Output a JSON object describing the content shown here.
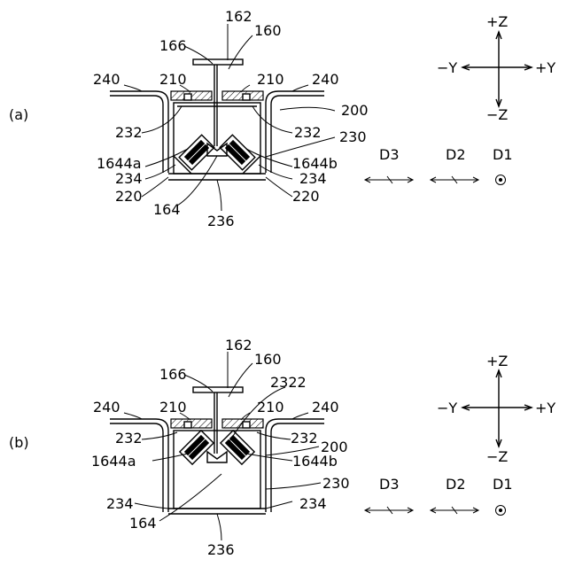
{
  "panels": [
    {
      "id": "a",
      "panel_label": "(a)",
      "labels": {
        "l162": "162",
        "l160": "160",
        "l166": "166",
        "l240_left": "240",
        "l240_right": "240",
        "l210_left": "210",
        "l210_right": "210",
        "l200": "200",
        "l232_left": "232",
        "l232_right": "232",
        "l230": "230",
        "l1644a": "1644a",
        "l1644b": "1644b",
        "l234_left": "234",
        "l234_right": "234",
        "l220_left": "220",
        "l220_right": "220",
        "l164": "164",
        "l236": "236"
      },
      "axes": {
        "plus_z": "+Z",
        "minus_z": "−Z",
        "minus_y": "−Y",
        "plus_y": "+Y"
      },
      "directions": {
        "d3": "D3",
        "d2": "D2",
        "d1": "D1"
      }
    },
    {
      "id": "b",
      "panel_label": "(b)",
      "labels": {
        "l162": "162",
        "l160": "160",
        "l166": "166",
        "l2322": "2322",
        "l240_left": "240",
        "l240_right": "240",
        "l210_left": "210",
        "l210_right": "210",
        "l200": "200",
        "l232_left": "232",
        "l232_right": "232",
        "l230": "230",
        "l1644a": "1644a",
        "l1644b": "1644b",
        "l234_left": "234",
        "l234_right": "234",
        "l164": "164",
        "l236": "236"
      },
      "axes": {
        "plus_z": "+Z",
        "minus_z": "−Z",
        "minus_y": "−Y",
        "plus_y": "+Y"
      },
      "directions": {
        "d3": "D3",
        "d2": "D2",
        "d1": "D1"
      }
    }
  ]
}
